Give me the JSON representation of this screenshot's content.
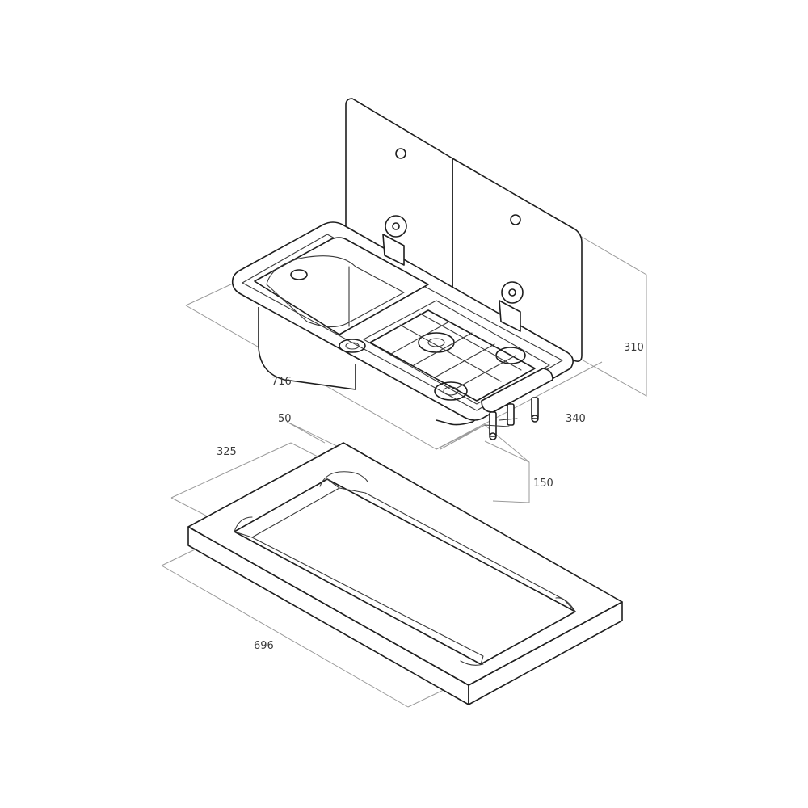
{
  "dimensions": {
    "width_716": "716",
    "depth_340": "340",
    "height_310": "310",
    "height_150": "150",
    "cutout_696": "696",
    "cutout_325": "325",
    "margin_50": "50"
  },
  "colors": {
    "line": "#1e1e1e",
    "dimension_line": "#9a9a9a",
    "label": "#3a3a3a",
    "background": "#ffffff"
  }
}
